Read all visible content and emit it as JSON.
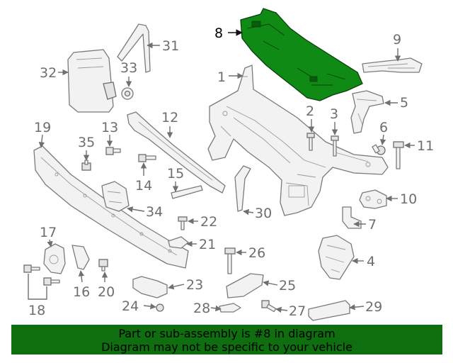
{
  "diagram": {
    "callouts": [
      "1",
      "2",
      "3",
      "4",
      "5",
      "6",
      "7",
      "8",
      "9",
      "10",
      "11",
      "12",
      "13",
      "14",
      "15",
      "16",
      "17",
      "18",
      "19",
      "20",
      "21",
      "22",
      "23",
      "24",
      "25",
      "26",
      "27",
      "28",
      "29",
      "30",
      "31",
      "32",
      "33",
      "34",
      "35"
    ],
    "highlighted_part": "8",
    "highlight_color": "#0f8a14",
    "line_color": "#707070"
  },
  "banner": {
    "line1": "Part or sub-assembly is #8 in diagram",
    "line2": "Diagram may not be specific to your vehicle",
    "background": "#0f6e10"
  }
}
